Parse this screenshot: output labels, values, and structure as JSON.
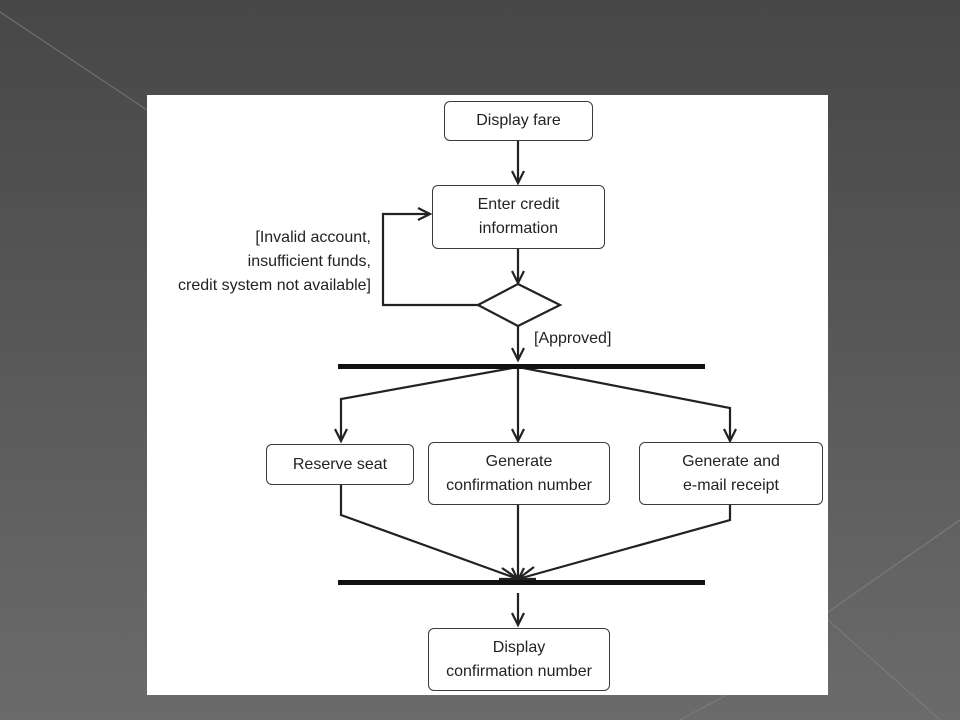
{
  "colors": {
    "background": "#4b4b4b",
    "canvas": "#ffffff",
    "stroke": "#222222"
  },
  "nodes": {
    "display_fare": "Display fare",
    "enter_credit": "Enter credit\ninformation",
    "reserve_seat": "Reserve seat",
    "generate_confirmation": "Generate\nconfirmation number",
    "generate_email": "Generate and\ne-mail receipt",
    "display_confirmation": "Display\nconfirmation number"
  },
  "guards": {
    "failure": "[Invalid account,\ninsufficient funds,\ncredit system not available]",
    "approved": "[Approved]"
  }
}
